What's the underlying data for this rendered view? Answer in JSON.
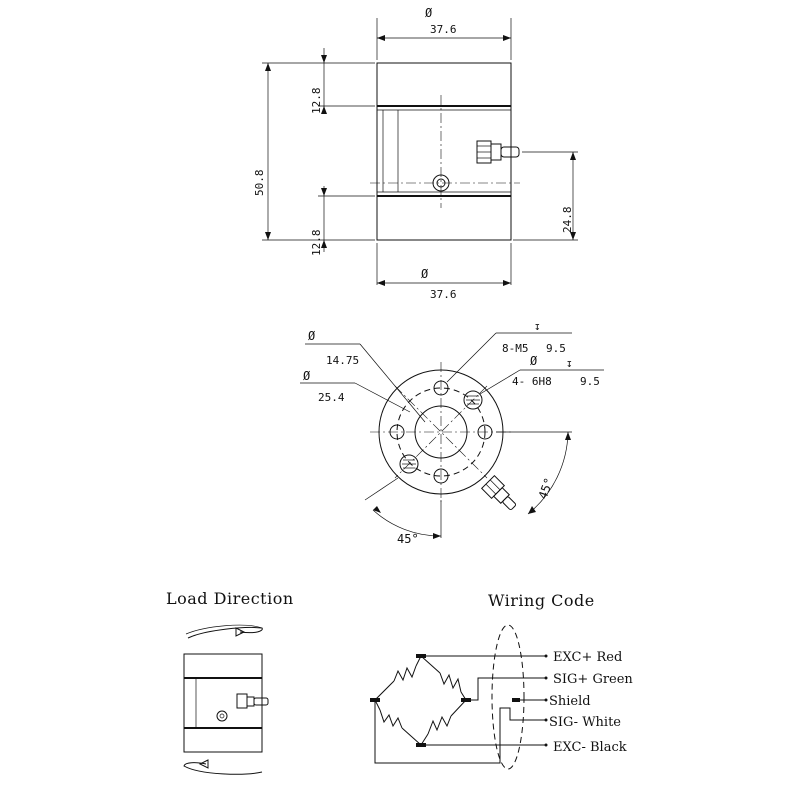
{
  "front_view": {
    "diameter_symbol": "Ø",
    "top_width": "37.6",
    "bottom_width": "37.6",
    "height_total": "50.8",
    "flange_top": "12.8",
    "flange_bottom": "12.8",
    "connector_height": "24.8"
  },
  "top_view": {
    "diameter_symbol": "Ø",
    "depth_symbol": "↧",
    "inner_circle": "14.75",
    "bolt_circle": "25.4",
    "thread_holes": "8-M5",
    "thread_depth": "9.5",
    "pin_holes": "4- 6H8",
    "pin_depth": "9.5",
    "angle_left": "45°",
    "angle_right": "45°"
  },
  "load_direction": {
    "title": "Load Direction"
  },
  "wiring": {
    "title": "Wiring Code",
    "entries": [
      "EXC+ Red",
      "SIG+ Green",
      "Shield",
      "SIG- White",
      "EXC- Black"
    ]
  }
}
